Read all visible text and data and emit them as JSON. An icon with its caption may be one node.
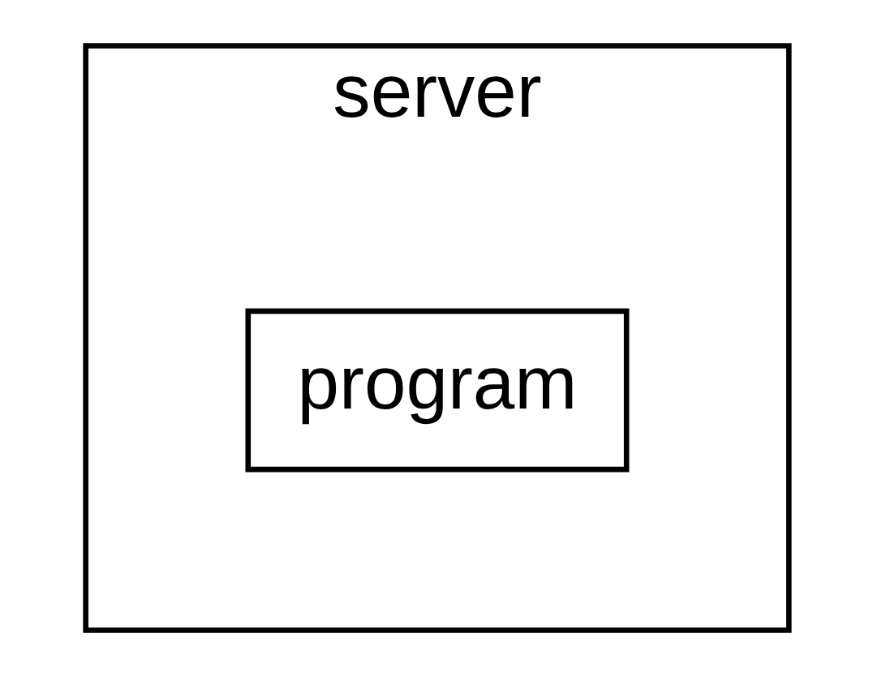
{
  "diagram": {
    "nodes": [
      {
        "text": [
          "server"
        ]
      },
      {
        "text": [
          "program"
        ],
        "in": 0
      }
    ]
  }
}
